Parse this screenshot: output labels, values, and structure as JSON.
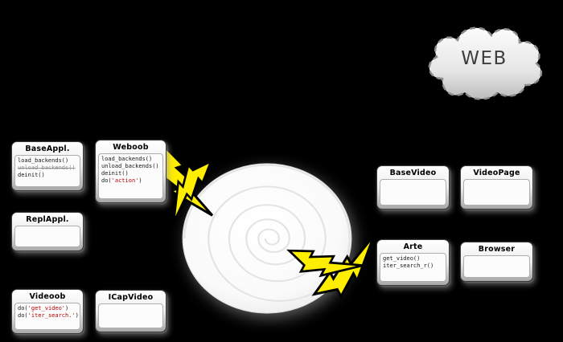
{
  "cloud": {
    "label": "WEB"
  },
  "boxes": {
    "baseappl": {
      "title": "BaseAppl.",
      "m1": "load_backends()",
      "m2": "unload_backends()",
      "m3": "deinit()"
    },
    "weboob": {
      "title": "Weboob",
      "m1": "load_backends()",
      "m2": "unload_backends()",
      "m3": "deinit()",
      "m4_prefix": "do(",
      "m4_arg": "'action'",
      "m4_suffix": ")"
    },
    "replappl": {
      "title": "ReplAppl."
    },
    "videoob": {
      "title": "Videoob",
      "m1_prefix": "do(",
      "m1_arg": "'get_video'",
      "m1_suffix": ")",
      "m2_prefix": "do(",
      "m2_arg": "'iter_search.'",
      "m2_suffix": ")"
    },
    "icapvideo": {
      "title": "ICapVideo"
    },
    "basevideo": {
      "title": "BaseVideo"
    },
    "videopage": {
      "title": "VideoPage"
    },
    "arte": {
      "title": "Arte",
      "m1": "get_video()",
      "m2": "iter_search_r()"
    },
    "browser": {
      "title": "Browser"
    }
  },
  "colors": {
    "background": "#000000",
    "box_gradient_top": "#ffffff",
    "box_gradient_bottom": "#a8a8a8",
    "lightning": "#ffee00",
    "method_red": "#b40000",
    "muted_method": "#8f8f8f",
    "cloud_text": "#3d3d3d"
  }
}
